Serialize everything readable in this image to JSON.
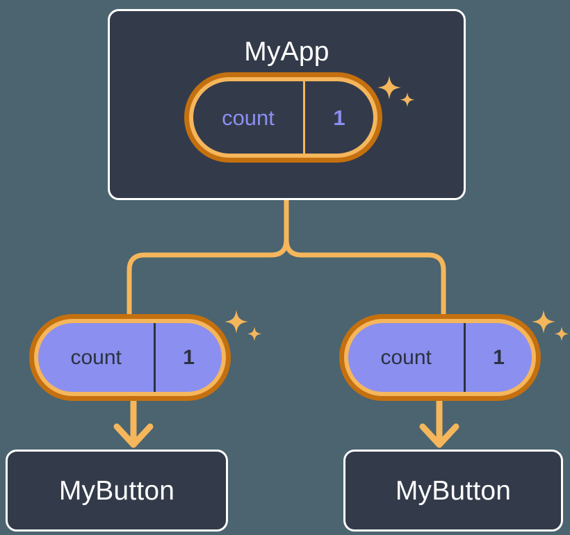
{
  "diagram": {
    "background_color": "#4b646f",
    "accent_orange_light": "#f5b65c",
    "accent_orange_dark": "#c4700f",
    "accent_purple": "#8b8ff0",
    "card_background": "#333b4a",
    "card_border": "#ffffff"
  },
  "root_card": {
    "title": "MyApp",
    "state_pill": {
      "key": "count",
      "value": "1",
      "style": "hollow"
    },
    "sparkle_label": "sparkles-icon"
  },
  "children": [
    {
      "state_pill": {
        "key": "count",
        "value": "1",
        "style": "filled"
      },
      "sparkle_label": "sparkles-icon",
      "card_title": "MyButton"
    },
    {
      "state_pill": {
        "key": "count",
        "value": "1",
        "style": "filled"
      },
      "sparkle_label": "sparkles-icon",
      "card_title": "MyButton"
    }
  ],
  "connectors": {
    "trunk_label": "trunk-connector",
    "branch_left_label": "branch-connector-left",
    "branch_right_label": "branch-connector-right",
    "arrow_left_label": "arrow-down-left",
    "arrow_right_label": "arrow-down-right"
  }
}
